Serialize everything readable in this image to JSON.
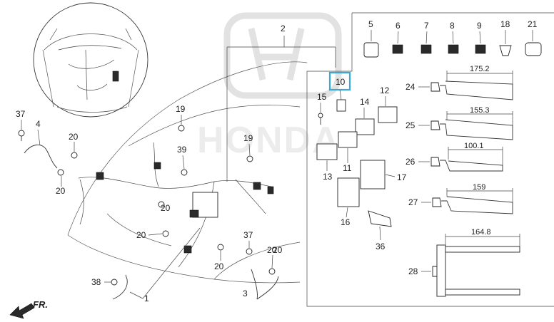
{
  "diagram": {
    "watermark": "HONDA",
    "direction": "FR.",
    "callouts": [
      "37",
      "4",
      "20",
      "20",
      "20",
      "19",
      "39",
      "20",
      "20",
      "20",
      "38",
      "1",
      "2",
      "19",
      "37",
      "20",
      "3",
      "10",
      "15",
      "14",
      "12",
      "13",
      "11",
      "17",
      "16",
      "36",
      "5",
      "6",
      "7",
      "8",
      "9",
      "18",
      "21",
      "24",
      "25",
      "26",
      "27",
      "28"
    ],
    "highlighted_callout": "10",
    "dimensions": [
      "175.2",
      "155.3",
      "100.1",
      "159",
      "164.8"
    ]
  }
}
